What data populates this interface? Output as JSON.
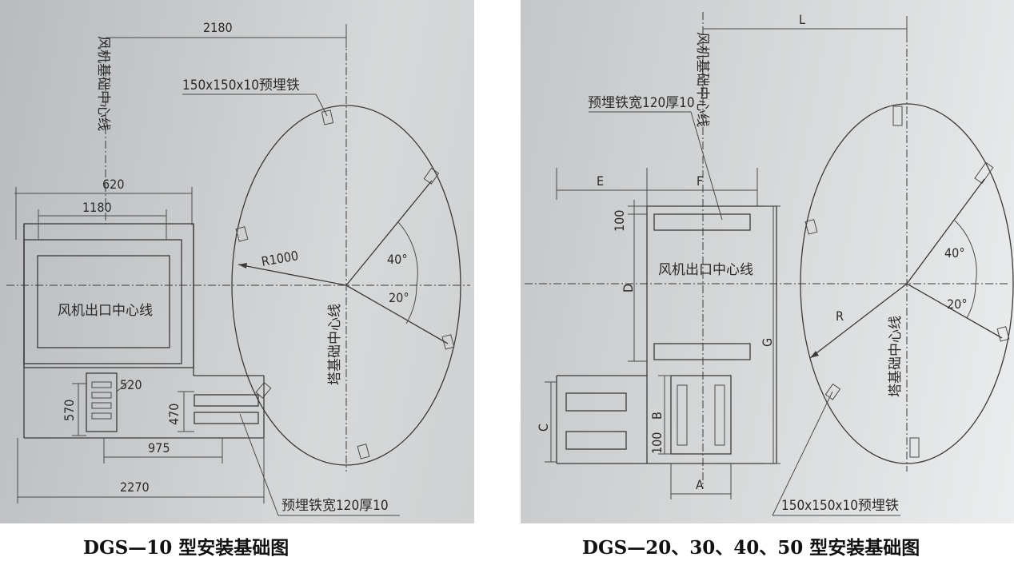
{
  "left": {
    "dimensions": {
      "d2180": "2180",
      "d620": "620",
      "d1180": "1180",
      "d520": "520",
      "d570": "570",
      "d470": "470",
      "d975": "975",
      "d2270": "2270",
      "r1000": "R1000",
      "a40": "40°",
      "a20": "20°"
    },
    "labels": {
      "fan_center": "风机基础中心线",
      "embed_top": "150x150x10预埋铁",
      "outlet": "风机出口中心线",
      "tower_center": "塔基础中心线",
      "embed_bottom": "预埋铁宽120厚10"
    },
    "caption": "DGS—10 型安装基础图"
  },
  "right": {
    "dimensions": {
      "L": "L",
      "E": "E",
      "F": "F",
      "d100a": "100",
      "D": "D",
      "G": "G",
      "C": "C",
      "B": "B",
      "d100b": "100",
      "A": "A",
      "R": "R",
      "a40": "40°",
      "a20": "20°"
    },
    "labels": {
      "embed_top": "预埋铁宽120厚10",
      "fan_center": "风机基础中心线",
      "outlet": "风机出口中心线",
      "tower_center": "塔基础中心线",
      "embed_bottom": "150x150x10预埋铁"
    },
    "caption": "DGS—20、30、40、50 型安装基础图"
  }
}
